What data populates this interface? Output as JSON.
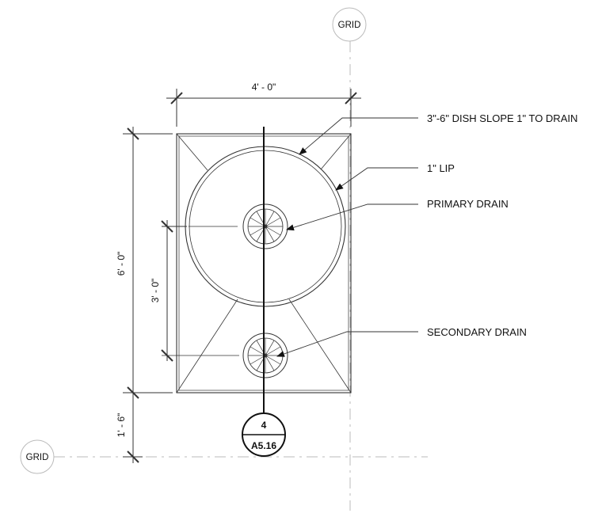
{
  "grid": {
    "top_label": "GRID",
    "left_label": "GRID"
  },
  "dimensions": {
    "width": "4' - 0\"",
    "height": "6' - 0\"",
    "drain_spacing": "3' - 0\"",
    "offset_to_grid": "1' - 6\""
  },
  "callouts": {
    "dish": "3\"-6\" DISH SLOPE 1\" TO DRAIN",
    "lip": "1\" LIP",
    "primary_drain": "PRIMARY DRAIN",
    "secondary_drain": "SECONDARY DRAIN"
  },
  "section_tag": {
    "number": "4",
    "sheet": "A5.16"
  }
}
